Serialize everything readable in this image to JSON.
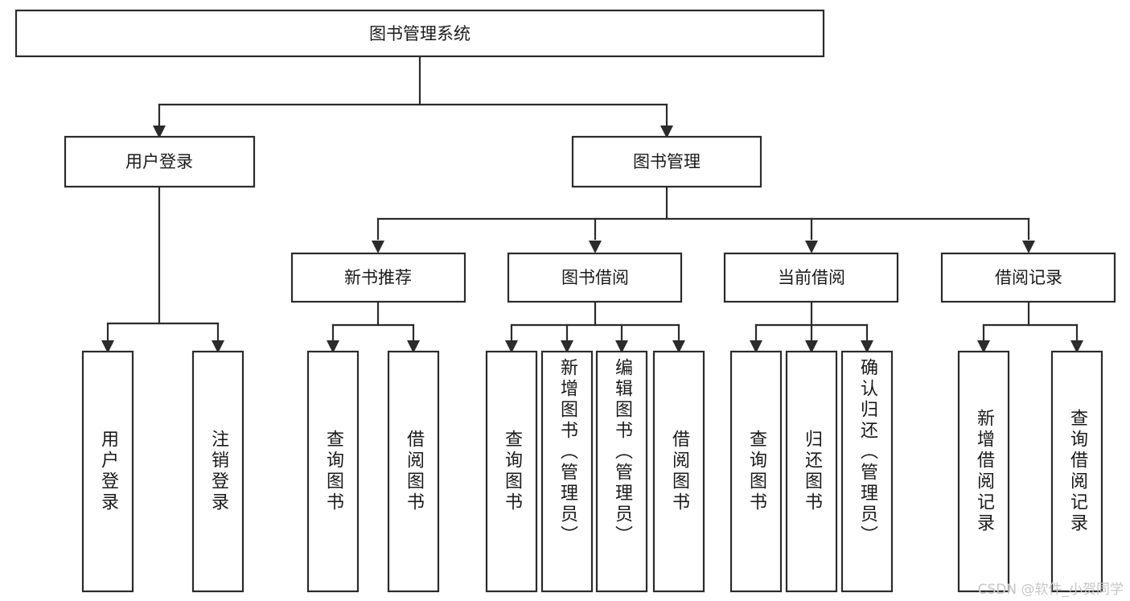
{
  "diagram": {
    "type": "tree",
    "title": "图书管理系统",
    "watermark": "CSDN @软件_小贺同学",
    "colors": {
      "stroke": "#2b2b2b",
      "fill": "#ffffff",
      "text": "#1a1a1a",
      "watermark": "#c6c6c6",
      "background": "#ffffff"
    },
    "levels": {
      "root": {
        "label": "图书管理系统"
      },
      "level2": [
        {
          "label": "用户登录"
        },
        {
          "label": "图书管理"
        }
      ],
      "level3": [
        {
          "label": "新书推荐"
        },
        {
          "label": "图书借阅"
        },
        {
          "label": "当前借阅"
        },
        {
          "label": "借阅记录"
        }
      ],
      "leaves": [
        {
          "label": "用户登录",
          "parent": "用户登录"
        },
        {
          "label": "注销登录",
          "parent": "用户登录"
        },
        {
          "label": "查询图书",
          "parent": "新书推荐"
        },
        {
          "label": "借阅图书",
          "parent": "新书推荐"
        },
        {
          "label": "查询图书",
          "parent": "图书借阅"
        },
        {
          "label": "新增图书（管理员）",
          "parent": "图书借阅"
        },
        {
          "label": "编辑图书（管理员）",
          "parent": "图书借阅"
        },
        {
          "label": "借阅图书",
          "parent": "图书借阅"
        },
        {
          "label": "查询图书",
          "parent": "当前借阅"
        },
        {
          "label": "归还图书",
          "parent": "当前借阅"
        },
        {
          "label": "确认归还（管理员）",
          "parent": "当前借阅"
        },
        {
          "label": "新增借阅记录",
          "parent": "借阅记录"
        },
        {
          "label": "查询借阅记录",
          "parent": "借阅记录"
        }
      ]
    }
  }
}
